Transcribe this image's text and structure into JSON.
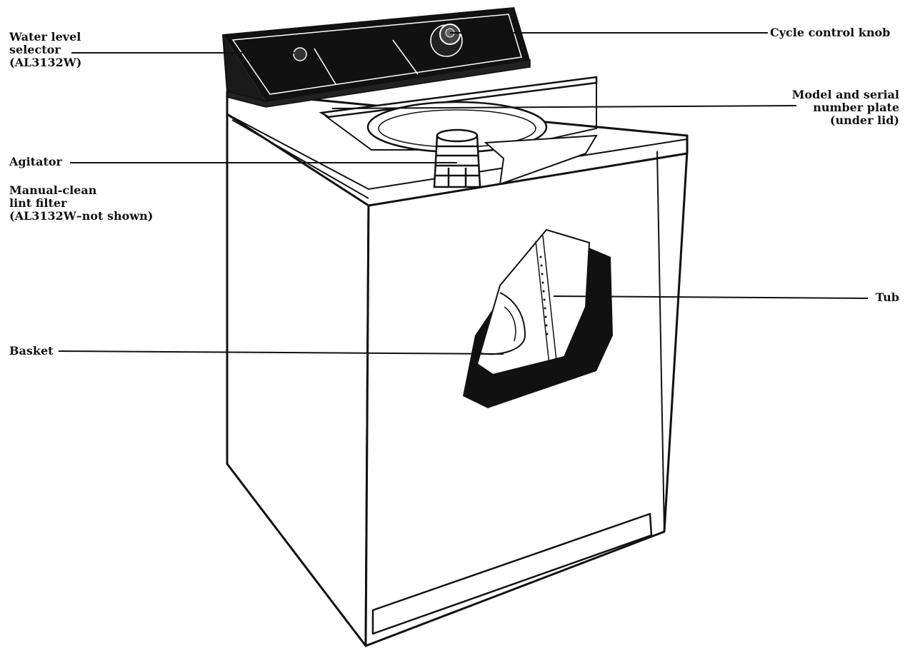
{
  "labels": {
    "water_level": "Water level\nselector\n(AL3132W)",
    "cycle_knob": "Cycle control knob",
    "model_plate": "Model and serial\nnumber plate\n(under lid)",
    "agitator": "Agitator",
    "lint_filter": "Manual-clean\nlint filter\n(AL3132W–not shown)",
    "tub": "Tub",
    "basket": "Basket"
  },
  "colors": {
    "ink": "#111111",
    "paper": "#ffffff"
  }
}
